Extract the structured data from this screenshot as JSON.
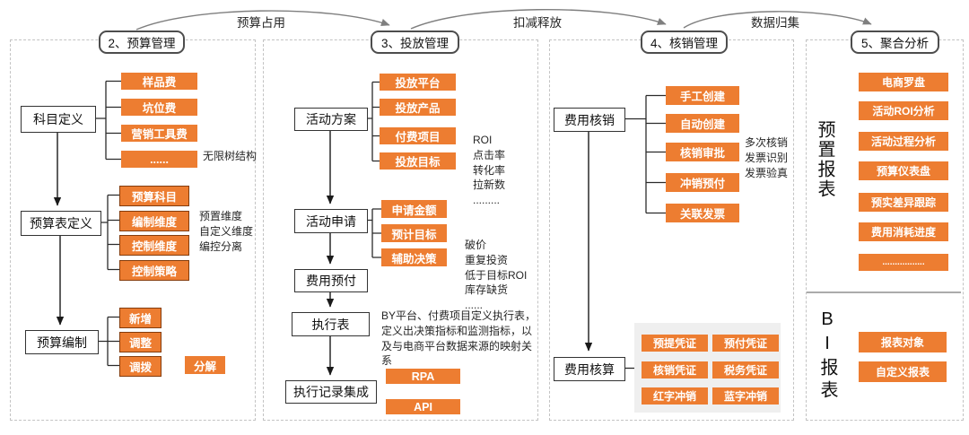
{
  "colors": {
    "node_orange": "#ED7D31",
    "node_orange_border": "#843C0C",
    "panel_gray": "#efefef"
  },
  "flows": {
    "budget_occupy": "预算占用",
    "deduct_release": "扣减释放",
    "data_collect": "数据归集"
  },
  "headers": {
    "budget": "2、预算管理",
    "placement": "3、投放管理",
    "verification": "4、核销管理",
    "analysis": "5、聚合分析"
  },
  "budget": {
    "subject_def": "科目定义",
    "subjects": [
      "样品费",
      "坑位费",
      "营销工具费",
      "......"
    ],
    "subjects_note": "无限树结构",
    "table_def": "预算表定义",
    "table_items": [
      "预算科目",
      "编制维度",
      "控制维度",
      "控制策略"
    ],
    "table_note": "预置维度\n自定义维度\n编控分离",
    "compile": "预算编制",
    "compile_items": [
      "新增",
      "调整",
      "调拨"
    ],
    "decompose": "分解"
  },
  "placement": {
    "plan": "活动方案",
    "plan_items": [
      "投放平台",
      "投放产品",
      "付费项目",
      "投放目标"
    ],
    "plan_note": "ROI\n点击率\n转化率\n拉新数\n.........",
    "apply": "活动申请",
    "apply_items": [
      "申请金额",
      "预计目标",
      "辅助决策"
    ],
    "apply_note": "破价\n重复投资\n低于目标ROI\n库存缺货\n......",
    "prepay": "费用预付",
    "exec_table": "执行表",
    "exec_note": "BY平台、付费项目定义执行表，定义出决策指标和监测指标，以及与电商平台数据来源的映射关系",
    "exec_integration": "执行记录集成",
    "integration_items": [
      "RPA",
      "API"
    ]
  },
  "verification": {
    "writeoff": "费用核销",
    "writeoff_items": [
      "手工创建",
      "自动创建",
      "核销审批",
      "冲销预付",
      "关联发票"
    ],
    "writeoff_note": "多次核销\n发票识别\n发票验真",
    "accounting": "费用核算",
    "vouchers": [
      "预提凭证",
      "预付凭证",
      "核销凭证",
      "税务凭证",
      "红字冲销",
      "蓝字冲销"
    ]
  },
  "analysis": {
    "preset_label": "预置报表",
    "preset_reports": [
      "电商罗盘",
      "活动ROI分析",
      "活动过程分析",
      "预算仪表盘",
      "预实差异跟踪",
      "费用消耗进度",
      "................."
    ],
    "bi_label": "BI报表",
    "bi_items": [
      "报表对象",
      "自定义报表"
    ]
  }
}
